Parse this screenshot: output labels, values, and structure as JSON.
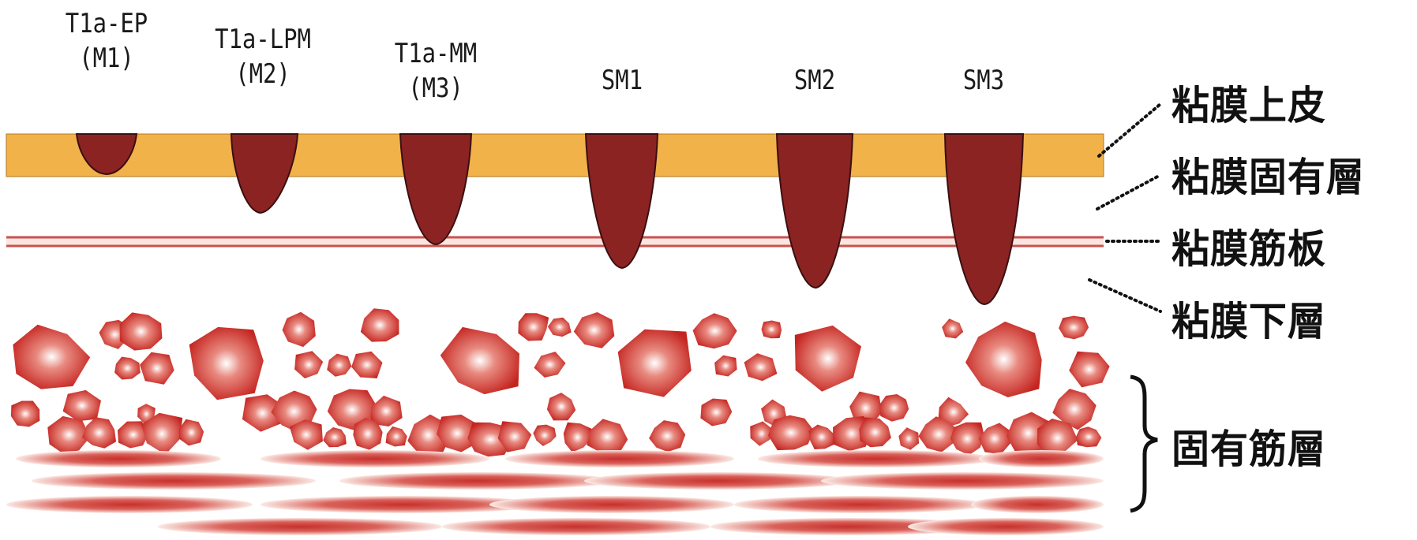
{
  "depth_labels": [
    {
      "line1": "T1a-EP",
      "line2": "(M1)"
    },
    {
      "line1": "T1a-LPM",
      "line2": "(M2)"
    },
    {
      "line1": "T1a-MM",
      "line2": "(M3)"
    },
    {
      "line1": "SM1",
      "line2": ""
    },
    {
      "line1": "SM2",
      "line2": ""
    },
    {
      "line1": "SM3",
      "line2": ""
    }
  ],
  "layer_labels": {
    "epithelium": "粘膜上皮",
    "lamina_propria": "粘膜固有層",
    "muscularis_mucosae": "粘膜筋板",
    "submucosa": "粘膜下層",
    "muscularis_propria": "固有筋層"
  },
  "colors": {
    "epithelium": "#f2b24a",
    "tumor": "#8b2323",
    "muscularis_mucosae": "#c9524e",
    "muscle_cell": "#c8302c",
    "text": "#111111"
  }
}
